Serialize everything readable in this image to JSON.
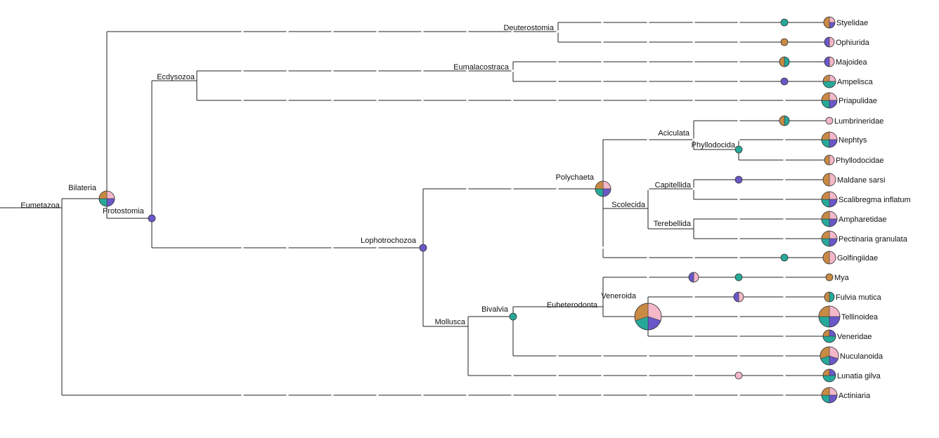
{
  "colors": {
    "pink": "#f4b8c8",
    "orange": "#c98a45",
    "purple": "#6a58c8",
    "teal": "#27a99a"
  },
  "internal_labels": [
    {
      "id": "eumetazoa",
      "text": "Eumetazoa"
    },
    {
      "id": "bilateria",
      "text": "Bilateria"
    },
    {
      "id": "protostomia",
      "text": "Protostomia"
    },
    {
      "id": "ecdysozoa",
      "text": "Ecdysozoa"
    },
    {
      "id": "deuterostomia",
      "text": "Deuterostomia"
    },
    {
      "id": "eumalacostraca",
      "text": "Eumalacostraca"
    },
    {
      "id": "lophotrochozoa",
      "text": "Lophotrochozoa"
    },
    {
      "id": "polychaeta",
      "text": "Polychaeta"
    },
    {
      "id": "aciculata",
      "text": "Aciculata"
    },
    {
      "id": "phyllodocida",
      "text": "Phyllodocida"
    },
    {
      "id": "capitellida",
      "text": "Capitellida"
    },
    {
      "id": "scolecida",
      "text": "Scolecida"
    },
    {
      "id": "terebellida",
      "text": "Terebellida"
    },
    {
      "id": "mollusca",
      "text": "Mollusca"
    },
    {
      "id": "bivalvia",
      "text": "Bivalvia"
    },
    {
      "id": "euheterodonta",
      "text": "Euheterodonta"
    },
    {
      "id": "veneroida",
      "text": "Veneroida"
    }
  ],
  "tips": [
    {
      "id": "styelidae",
      "text": "Styelidae"
    },
    {
      "id": "ophiurida",
      "text": "Ophiurida"
    },
    {
      "id": "majoidea",
      "text": "Majoidea"
    },
    {
      "id": "ampelisca",
      "text": "Ampelisca"
    },
    {
      "id": "priapulidae",
      "text": "Priapulidae"
    },
    {
      "id": "lumbrineridae",
      "text": "Lumbrineridae"
    },
    {
      "id": "nephtys",
      "text": "Nephtys"
    },
    {
      "id": "phyllodocidae",
      "text": "Phyllodocidae"
    },
    {
      "id": "maldane",
      "text": "Maldane sarsi"
    },
    {
      "id": "scalibregma",
      "text": "Scalibregma inflatum"
    },
    {
      "id": "ampharetidae",
      "text": "Ampharetidae"
    },
    {
      "id": "pectinaria",
      "text": "Pectinaria granulata"
    },
    {
      "id": "golfingiidae",
      "text": "Golfingiidae"
    },
    {
      "id": "mya",
      "text": "Mya"
    },
    {
      "id": "fulvia",
      "text": "Fulvia mutica"
    },
    {
      "id": "tellinoidea",
      "text": "Tellinoidea"
    },
    {
      "id": "veneridae",
      "text": "Veneridae"
    },
    {
      "id": "nuculanoida",
      "text": "Nuculanoida"
    },
    {
      "id": "lunatia",
      "text": "Lunatia gilva"
    },
    {
      "id": "actiniaria",
      "text": "Actiniaria"
    }
  ],
  "pie_markers": [
    {
      "id": "bilateria-node",
      "slices": {
        "pink": 0.25,
        "orange": 0.25,
        "purple": 0.25,
        "teal": 0.25
      }
    },
    {
      "id": "protostomia-node",
      "slices": {
        "purple": 1
      }
    },
    {
      "id": "lophotrochozoa-node",
      "slices": {
        "purple": 1
      }
    },
    {
      "id": "polychaeta-node",
      "slices": {
        "pink": 0.25,
        "orange": 0.25,
        "purple": 0.25,
        "teal": 0.25
      }
    },
    {
      "id": "phyllodocida-node",
      "slices": {
        "teal": 1
      }
    },
    {
      "id": "bivalvia-node",
      "slices": {
        "teal": 1
      }
    },
    {
      "id": "veneroida-node",
      "slices": {
        "pink": 0.3,
        "purple": 0.2,
        "teal": 0.2,
        "orange": 0.3
      }
    },
    {
      "id": "styelidae-edge",
      "slices": {
        "teal": 1
      }
    },
    {
      "id": "ophiurida-edge",
      "slices": {
        "orange": 1
      }
    },
    {
      "id": "majoidea-edge",
      "slices": {
        "orange": 0.5,
        "teal": 0.5
      }
    },
    {
      "id": "ampelisca-edge",
      "slices": {
        "purple": 1
      }
    },
    {
      "id": "lumbrineridae-edge",
      "slices": {
        "orange": 0.5,
        "teal": 0.5
      }
    },
    {
      "id": "maldane-edge",
      "slices": {
        "purple": 1
      }
    },
    {
      "id": "golfingiidae-edge",
      "slices": {
        "teal": 1
      }
    },
    {
      "id": "mya-edge-1",
      "slices": {
        "pink": 0.5,
        "purple": 0.5
      }
    },
    {
      "id": "mya-edge-2",
      "slices": {
        "teal": 1
      }
    },
    {
      "id": "fulvia-edge",
      "slices": {
        "pink": 0.5,
        "purple": 0.5
      }
    },
    {
      "id": "lunatia-edge",
      "slices": {
        "pink": 1
      }
    },
    {
      "id": "styelidae-tip",
      "slices": {
        "pink": 0.25,
        "purple": 0.25,
        "orange": 0.5
      }
    },
    {
      "id": "ophiurida-tip",
      "slices": {
        "pink": 0.5,
        "purple": 0.5
      }
    },
    {
      "id": "majoidea-tip",
      "slices": {
        "pink": 0.5,
        "purple": 0.5
      }
    },
    {
      "id": "ampelisca-tip",
      "slices": {
        "pink": 0.25,
        "teal": 0.5,
        "orange": 0.25
      }
    },
    {
      "id": "priapulidae-tip",
      "slices": {
        "pink": 0.25,
        "purple": 0.25,
        "teal": 0.25,
        "orange": 0.25
      }
    },
    {
      "id": "lumbrineridae-tip",
      "slices": {
        "pink": 1
      }
    },
    {
      "id": "nephtys-tip",
      "slices": {
        "pink": 0.25,
        "purple": 0.25,
        "teal": 0.25,
        "orange": 0.25
      }
    },
    {
      "id": "phyllodocidae-tip",
      "slices": {
        "pink": 0.5,
        "orange": 0.5
      }
    },
    {
      "id": "maldane-tip",
      "slices": {
        "pink": 0.5,
        "orange": 0.5
      }
    },
    {
      "id": "scalibregma-tip",
      "slices": {
        "pink": 0.25,
        "purple": 0.25,
        "teal": 0.25,
        "orange": 0.25
      }
    },
    {
      "id": "ampharetidae-tip",
      "slices": {
        "pink": 0.25,
        "purple": 0.25,
        "teal": 0.25,
        "orange": 0.25
      }
    },
    {
      "id": "pectinaria-tip",
      "slices": {
        "pink": 0.25,
        "purple": 0.25,
        "teal": 0.25,
        "orange": 0.25
      }
    },
    {
      "id": "golfingiidae-tip",
      "slices": {
        "pink": 0.5,
        "orange": 0.5
      }
    },
    {
      "id": "mya-tip",
      "slices": {
        "orange": 1
      }
    },
    {
      "id": "fulvia-tip",
      "slices": {
        "orange": 0.5,
        "teal": 0.5
      }
    },
    {
      "id": "tellinoidea-tip",
      "slices": {
        "pink": 0.25,
        "purple": 0.25,
        "teal": 0.25,
        "orange": 0.25
      }
    },
    {
      "id": "veneridae-tip",
      "slices": {
        "orange": 0.25,
        "purple": 0.25,
        "teal": 0.5
      }
    },
    {
      "id": "nuculanoida-tip",
      "slices": {
        "pink": 0.3,
        "purple": 0.2,
        "teal": 0.2,
        "orange": 0.3
      }
    },
    {
      "id": "lunatia-tip",
      "slices": {
        "orange": 0.25,
        "purple": 0.25,
        "teal": 0.5
      }
    },
    {
      "id": "actiniaria-tip",
      "slices": {
        "pink": 0.25,
        "purple": 0.25,
        "teal": 0.25,
        "orange": 0.25
      }
    }
  ]
}
